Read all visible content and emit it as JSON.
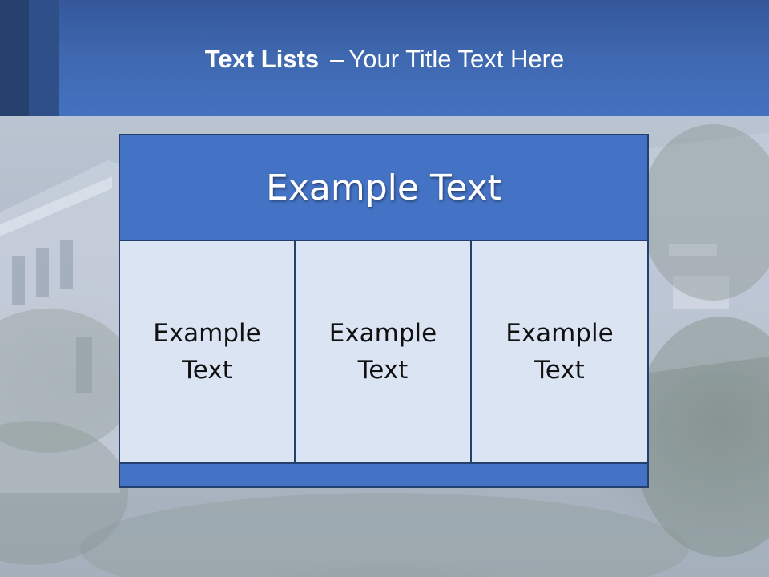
{
  "slide": {
    "title_bold": "Text Lists",
    "title_dash": "–",
    "title_rest": "Your Title Text Here"
  },
  "table": {
    "header": "Example Text",
    "cells": [
      "Example\nText",
      "Example\nText",
      "Example\nText"
    ]
  },
  "colors": {
    "header_band": "#4472c0",
    "table_header": "#4472c4",
    "table_cell": "#dbe4f3",
    "table_border": "#24406e"
  }
}
